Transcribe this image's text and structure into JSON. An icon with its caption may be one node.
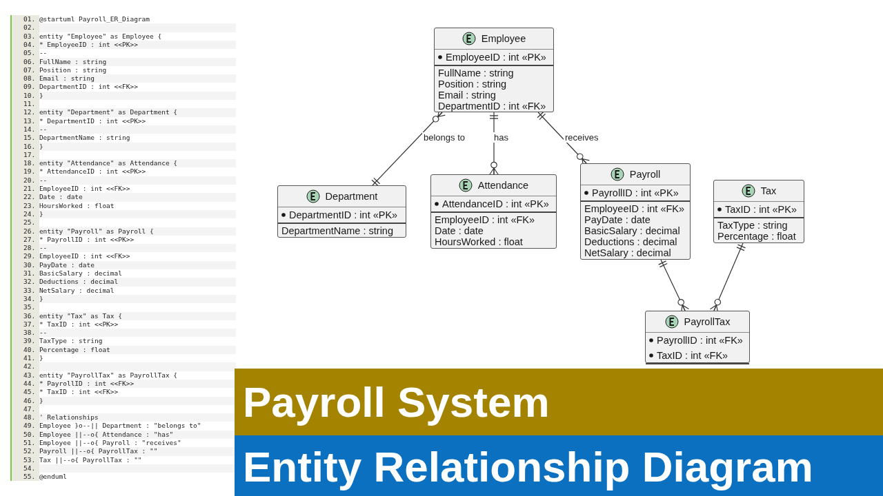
{
  "diagram": {
    "title": "Payroll System",
    "caption": "Entity Relationship Diagram",
    "nodes": [
      {
        "text": [
          "Employee",
          "EmployeeID : int «PK»",
          "FullName : string",
          "Position : string",
          "Email : string",
          "DepartmentID : int «FK»"
        ]
      },
      {
        "text": [
          "Department",
          "DepartmentID : int «PK»",
          "DepartmentName : string"
        ]
      },
      {
        "text": [
          "Attendance",
          "AttendanceID : int «PK»",
          "EmployeeID : int «FK»",
          "Date : date",
          "HoursWorked : float"
        ]
      },
      {
        "text": [
          "Payroll",
          "PayrollID : int «PK»",
          "EmployeeID : int «FK»",
          "PayDate : date",
          "BasicSalary : decimal",
          "Deductions : decimal",
          "NetSalary : decimal"
        ]
      },
      {
        "text": [
          "Tax",
          "TaxID : int «PK»",
          "TaxType : string",
          "Percentage : float"
        ]
      },
      {
        "text": [
          "PayrollTax",
          "PayrollID : int «FK»",
          "TaxID : int «FK»"
        ]
      }
    ],
    "edges": [
      {
        "from": 0,
        "to": 1,
        "arrow": "other",
        "label": "belongs to"
      },
      {
        "from": 0,
        "to": 2,
        "arrow": "other",
        "label": "has"
      },
      {
        "from": 0,
        "to": 3,
        "arrow": "other",
        "label": "receives"
      },
      {
        "from": 3,
        "to": 5,
        "arrow": "other"
      },
      {
        "from": 4,
        "to": 5,
        "arrow": "other"
      }
    ],
    "labels": [
      "01. @startuml Payroll_ER_Diagram",
      "02.",
      "03. entity \"Employee\" as Employee {",
      "04. * EmployeeID : int <<PK>>",
      "05. --",
      "06. FullName : string",
      "07. Position : string",
      "08. Email : string",
      "09. DepartmentID : int <<FK>>",
      "10. }",
      "11.",
      "12. entity \"Department\" as Department {",
      "13. * DepartmentID : int <<PK>>",
      "14. --",
      "15. DepartmentName : string",
      "16. }",
      "17.",
      "18. entity \"Attendance\" as Attendance {",
      "19. * AttendanceID : int <<PK>>",
      "20. --",
      "21. EmployeeID : int <<FK>>",
      "22. Date : date",
      "23. HoursWorked : float",
      "24. }",
      "25.",
      "26. entity \"Payroll\" as Payroll {",
      "27. * PayrollID : int <<PK>>",
      "28. --",
      "29. EmployeeID : int <<FK>>",
      "30. PayDate : date",
      "31. BasicSalary : decimal",
      "32. Deductions : decimal",
      "33. NetSalary : decimal",
      "34. }",
      "35.",
      "36. entity \"Tax\" as Tax {",
      "37. * TaxID : int <<PK>>",
      "38. --",
      "39. TaxType : string",
      "40. Percentage : float",
      "41. }",
      "42.",
      "43. entity \"PayrollTax\" as PayrollTax {",
      "44. * PayrollID : int <<FK>>",
      "45. * TaxID : int <<FK>>",
      "46. }",
      "47.",
      "48. ' Relationships",
      "49. Employee }o--|| Department : \"belongs to\"",
      "50. Employee ||--o{ Attendance : \"has\"",
      "51. Employee ||--o{ Payroll : \"receives\"",
      "52. Payroll ||--o{ PayrollTax : \"\"",
      "53. Tax ||--o{ PayrollTax : \"\"",
      "54.",
      "55. @enduml"
    ]
  }
}
